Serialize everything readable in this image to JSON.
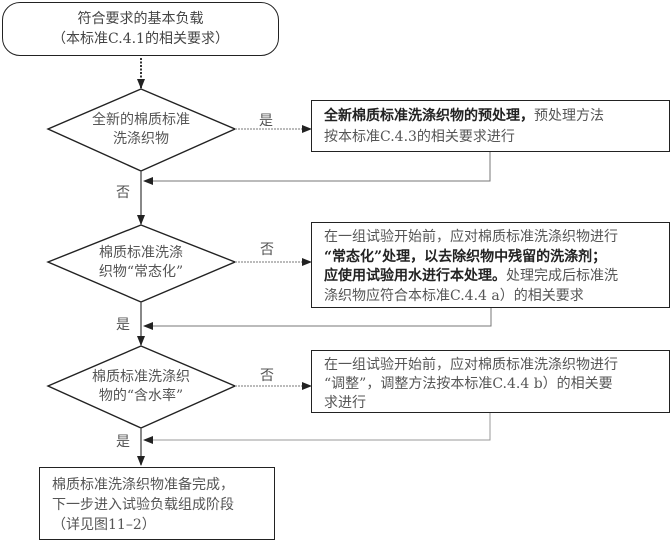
{
  "flowchart": {
    "start": {
      "line1": "符合要求的基本负载",
      "line2": "（本标准C.4.1的相关要求）"
    },
    "decision1": {
      "line1": "全新的棉质标准",
      "line2": "洗涤织物",
      "yes_label": "是",
      "no_label": "否"
    },
    "process1": {
      "bold": "全新棉质标准洗涤织物的预处理，",
      "rest_line1": "预处理方法",
      "line2": "按本标准C.4.3的相关要求进行"
    },
    "decision2": {
      "line1": "棉质标准洗涤",
      "line2": "织物“常态化”",
      "no_label": "否",
      "yes_label": "是"
    },
    "process2": {
      "line1": "在一组试验开始前，应对棉质标准洗涤织物进行",
      "line2": "“常态化”处理，以去除织物中残留的洗涤剂；",
      "line3_bold": "应使用试验用水进行本处理。",
      "line3_rest": "处理完成后标准洗",
      "line4": "涤织物应符合本标准C.4.4 a）的相关要求"
    },
    "decision3": {
      "line1": "棉质标准洗涤织",
      "line2": "物的“含水率”",
      "no_label": "否",
      "yes_label": "是"
    },
    "process3": {
      "line1": "在一组试验开始前，应对棉质标准洗涤织物进行",
      "line2": "“调整”，调整方法按本标准C.4.4 b）的相关要",
      "line3": "求进行"
    },
    "end": {
      "line1": "棉质标准洗涤织物准备完成，",
      "line2": "下一步进入试验负载组成阶段",
      "line3": "（详见图11–2）"
    }
  }
}
